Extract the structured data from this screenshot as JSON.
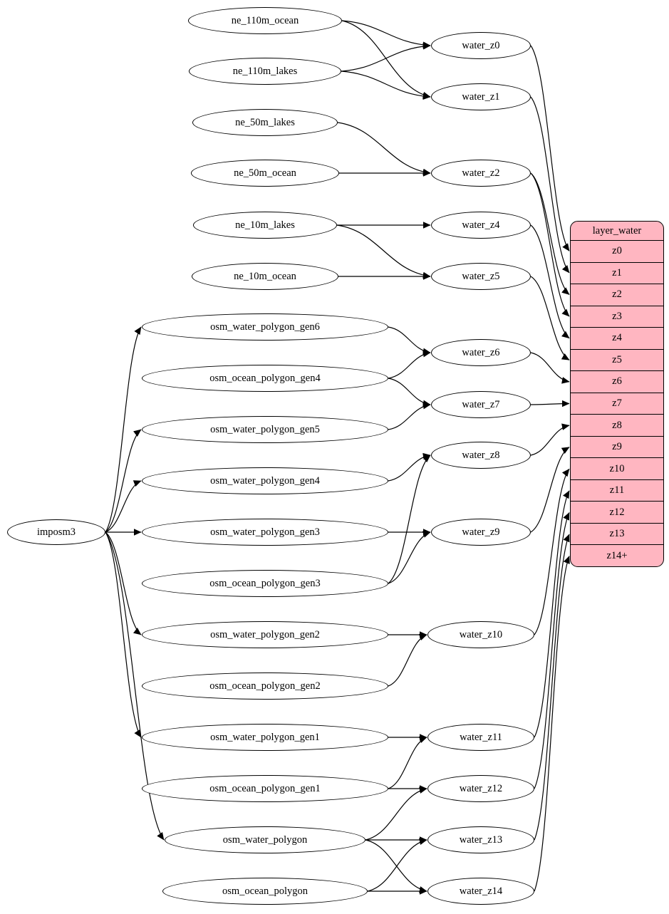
{
  "diagram": {
    "type": "etl-flow-graph",
    "colors": {
      "background": "#ffffff",
      "node_fill": "#ffffff",
      "node_stroke": "#000000",
      "edge": "#000000",
      "table_fill": "#ffb6c1",
      "text": "#000000"
    },
    "nodes": [
      {
        "id": "imposm3",
        "label": "imposm3"
      },
      {
        "id": "ne_110m_ocean",
        "label": "ne_110m_ocean"
      },
      {
        "id": "ne_110m_lakes",
        "label": "ne_110m_lakes"
      },
      {
        "id": "ne_50m_lakes",
        "label": "ne_50m_lakes"
      },
      {
        "id": "ne_50m_ocean",
        "label": "ne_50m_ocean"
      },
      {
        "id": "ne_10m_lakes",
        "label": "ne_10m_lakes"
      },
      {
        "id": "ne_10m_ocean",
        "label": "ne_10m_ocean"
      },
      {
        "id": "osm_water_polygon_gen6",
        "label": "osm_water_polygon_gen6"
      },
      {
        "id": "osm_ocean_polygon_gen4",
        "label": "osm_ocean_polygon_gen4"
      },
      {
        "id": "osm_water_polygon_gen5",
        "label": "osm_water_polygon_gen5"
      },
      {
        "id": "osm_water_polygon_gen4",
        "label": "osm_water_polygon_gen4"
      },
      {
        "id": "osm_water_polygon_gen3",
        "label": "osm_water_polygon_gen3"
      },
      {
        "id": "osm_ocean_polygon_gen3",
        "label": "osm_ocean_polygon_gen3"
      },
      {
        "id": "osm_water_polygon_gen2",
        "label": "osm_water_polygon_gen2"
      },
      {
        "id": "osm_ocean_polygon_gen2",
        "label": "osm_ocean_polygon_gen2"
      },
      {
        "id": "osm_water_polygon_gen1",
        "label": "osm_water_polygon_gen1"
      },
      {
        "id": "osm_ocean_polygon_gen1",
        "label": "osm_ocean_polygon_gen1"
      },
      {
        "id": "osm_water_polygon",
        "label": "osm_water_polygon"
      },
      {
        "id": "osm_ocean_polygon",
        "label": "osm_ocean_polygon"
      },
      {
        "id": "water_z0",
        "label": "water_z0"
      },
      {
        "id": "water_z1",
        "label": "water_z1"
      },
      {
        "id": "water_z2",
        "label": "water_z2"
      },
      {
        "id": "water_z4",
        "label": "water_z4"
      },
      {
        "id": "water_z5",
        "label": "water_z5"
      },
      {
        "id": "water_z6",
        "label": "water_z6"
      },
      {
        "id": "water_z7",
        "label": "water_z7"
      },
      {
        "id": "water_z8",
        "label": "water_z8"
      },
      {
        "id": "water_z9",
        "label": "water_z9"
      },
      {
        "id": "water_z10",
        "label": "water_z10"
      },
      {
        "id": "water_z11",
        "label": "water_z11"
      },
      {
        "id": "water_z12",
        "label": "water_z12"
      },
      {
        "id": "water_z13",
        "label": "water_z13"
      },
      {
        "id": "water_z14",
        "label": "water_z14"
      }
    ],
    "table": {
      "id": "layer_water",
      "title": "layer_water",
      "rows": [
        "z0",
        "z1",
        "z2",
        "z3",
        "z4",
        "z5",
        "z6",
        "z7",
        "z8",
        "z9",
        "z10",
        "z11",
        "z12",
        "z13",
        "z14+"
      ]
    },
    "edges": [
      [
        "ne_110m_ocean",
        "water_z0"
      ],
      [
        "ne_110m_ocean",
        "water_z1"
      ],
      [
        "ne_110m_lakes",
        "water_z0"
      ],
      [
        "ne_110m_lakes",
        "water_z1"
      ],
      [
        "ne_50m_lakes",
        "water_z2"
      ],
      [
        "ne_50m_ocean",
        "water_z2"
      ],
      [
        "ne_10m_lakes",
        "water_z4"
      ],
      [
        "ne_10m_lakes",
        "water_z5"
      ],
      [
        "ne_10m_ocean",
        "water_z5"
      ],
      [
        "imposm3",
        "osm_water_polygon_gen6"
      ],
      [
        "imposm3",
        "osm_water_polygon_gen5"
      ],
      [
        "imposm3",
        "osm_water_polygon_gen4"
      ],
      [
        "imposm3",
        "osm_water_polygon_gen3"
      ],
      [
        "imposm3",
        "osm_water_polygon_gen2"
      ],
      [
        "imposm3",
        "osm_water_polygon_gen1"
      ],
      [
        "imposm3",
        "osm_water_polygon"
      ],
      [
        "osm_water_polygon_gen6",
        "water_z6"
      ],
      [
        "osm_ocean_polygon_gen4",
        "water_z6"
      ],
      [
        "osm_ocean_polygon_gen4",
        "water_z7"
      ],
      [
        "osm_water_polygon_gen5",
        "water_z7"
      ],
      [
        "osm_water_polygon_gen4",
        "water_z8"
      ],
      [
        "osm_ocean_polygon_gen3",
        "water_z8"
      ],
      [
        "osm_water_polygon_gen3",
        "water_z9"
      ],
      [
        "osm_ocean_polygon_gen3",
        "water_z9"
      ],
      [
        "osm_water_polygon_gen2",
        "water_z10"
      ],
      [
        "osm_ocean_polygon_gen2",
        "water_z10"
      ],
      [
        "osm_water_polygon_gen1",
        "water_z11"
      ],
      [
        "osm_ocean_polygon_gen1",
        "water_z11"
      ],
      [
        "osm_ocean_polygon_gen1",
        "water_z12"
      ],
      [
        "osm_water_polygon",
        "water_z12"
      ],
      [
        "osm_water_polygon",
        "water_z13"
      ],
      [
        "osm_water_polygon",
        "water_z14"
      ],
      [
        "osm_ocean_polygon",
        "water_z13"
      ],
      [
        "osm_ocean_polygon",
        "water_z14"
      ],
      [
        "water_z0",
        "layer_water:z0"
      ],
      [
        "water_z1",
        "layer_water:z1"
      ],
      [
        "water_z2",
        "layer_water:z2"
      ],
      [
        "water_z2",
        "layer_water:z3"
      ],
      [
        "water_z4",
        "layer_water:z4"
      ],
      [
        "water_z5",
        "layer_water:z5"
      ],
      [
        "water_z6",
        "layer_water:z6"
      ],
      [
        "water_z7",
        "layer_water:z7"
      ],
      [
        "water_z8",
        "layer_water:z8"
      ],
      [
        "water_z9",
        "layer_water:z9"
      ],
      [
        "water_z10",
        "layer_water:z10"
      ],
      [
        "water_z11",
        "layer_water:z11"
      ],
      [
        "water_z12",
        "layer_water:z12"
      ],
      [
        "water_z13",
        "layer_water:z13"
      ],
      [
        "water_z14",
        "layer_water:z14+"
      ]
    ]
  }
}
